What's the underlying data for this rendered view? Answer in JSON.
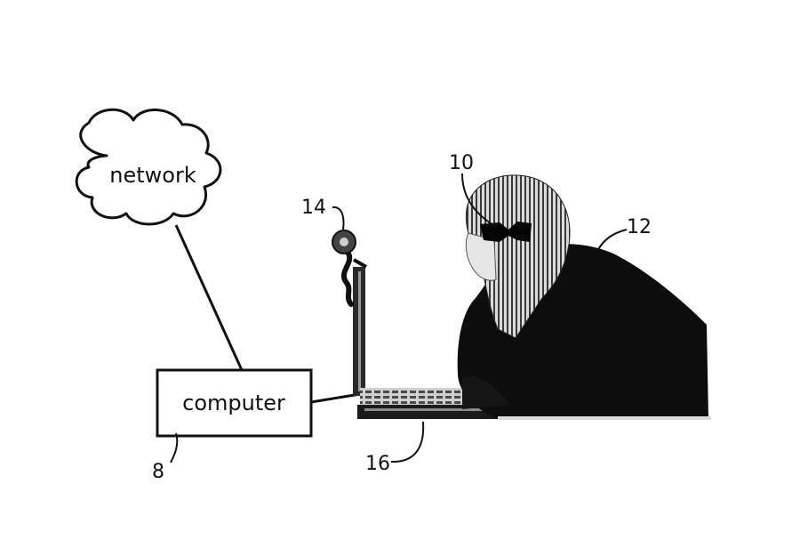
{
  "diagram": {
    "network_label": "network",
    "computer_label": "computer",
    "refs": {
      "computer": "8",
      "headset": "10",
      "user": "12",
      "camera": "14",
      "laptop": "16"
    }
  }
}
